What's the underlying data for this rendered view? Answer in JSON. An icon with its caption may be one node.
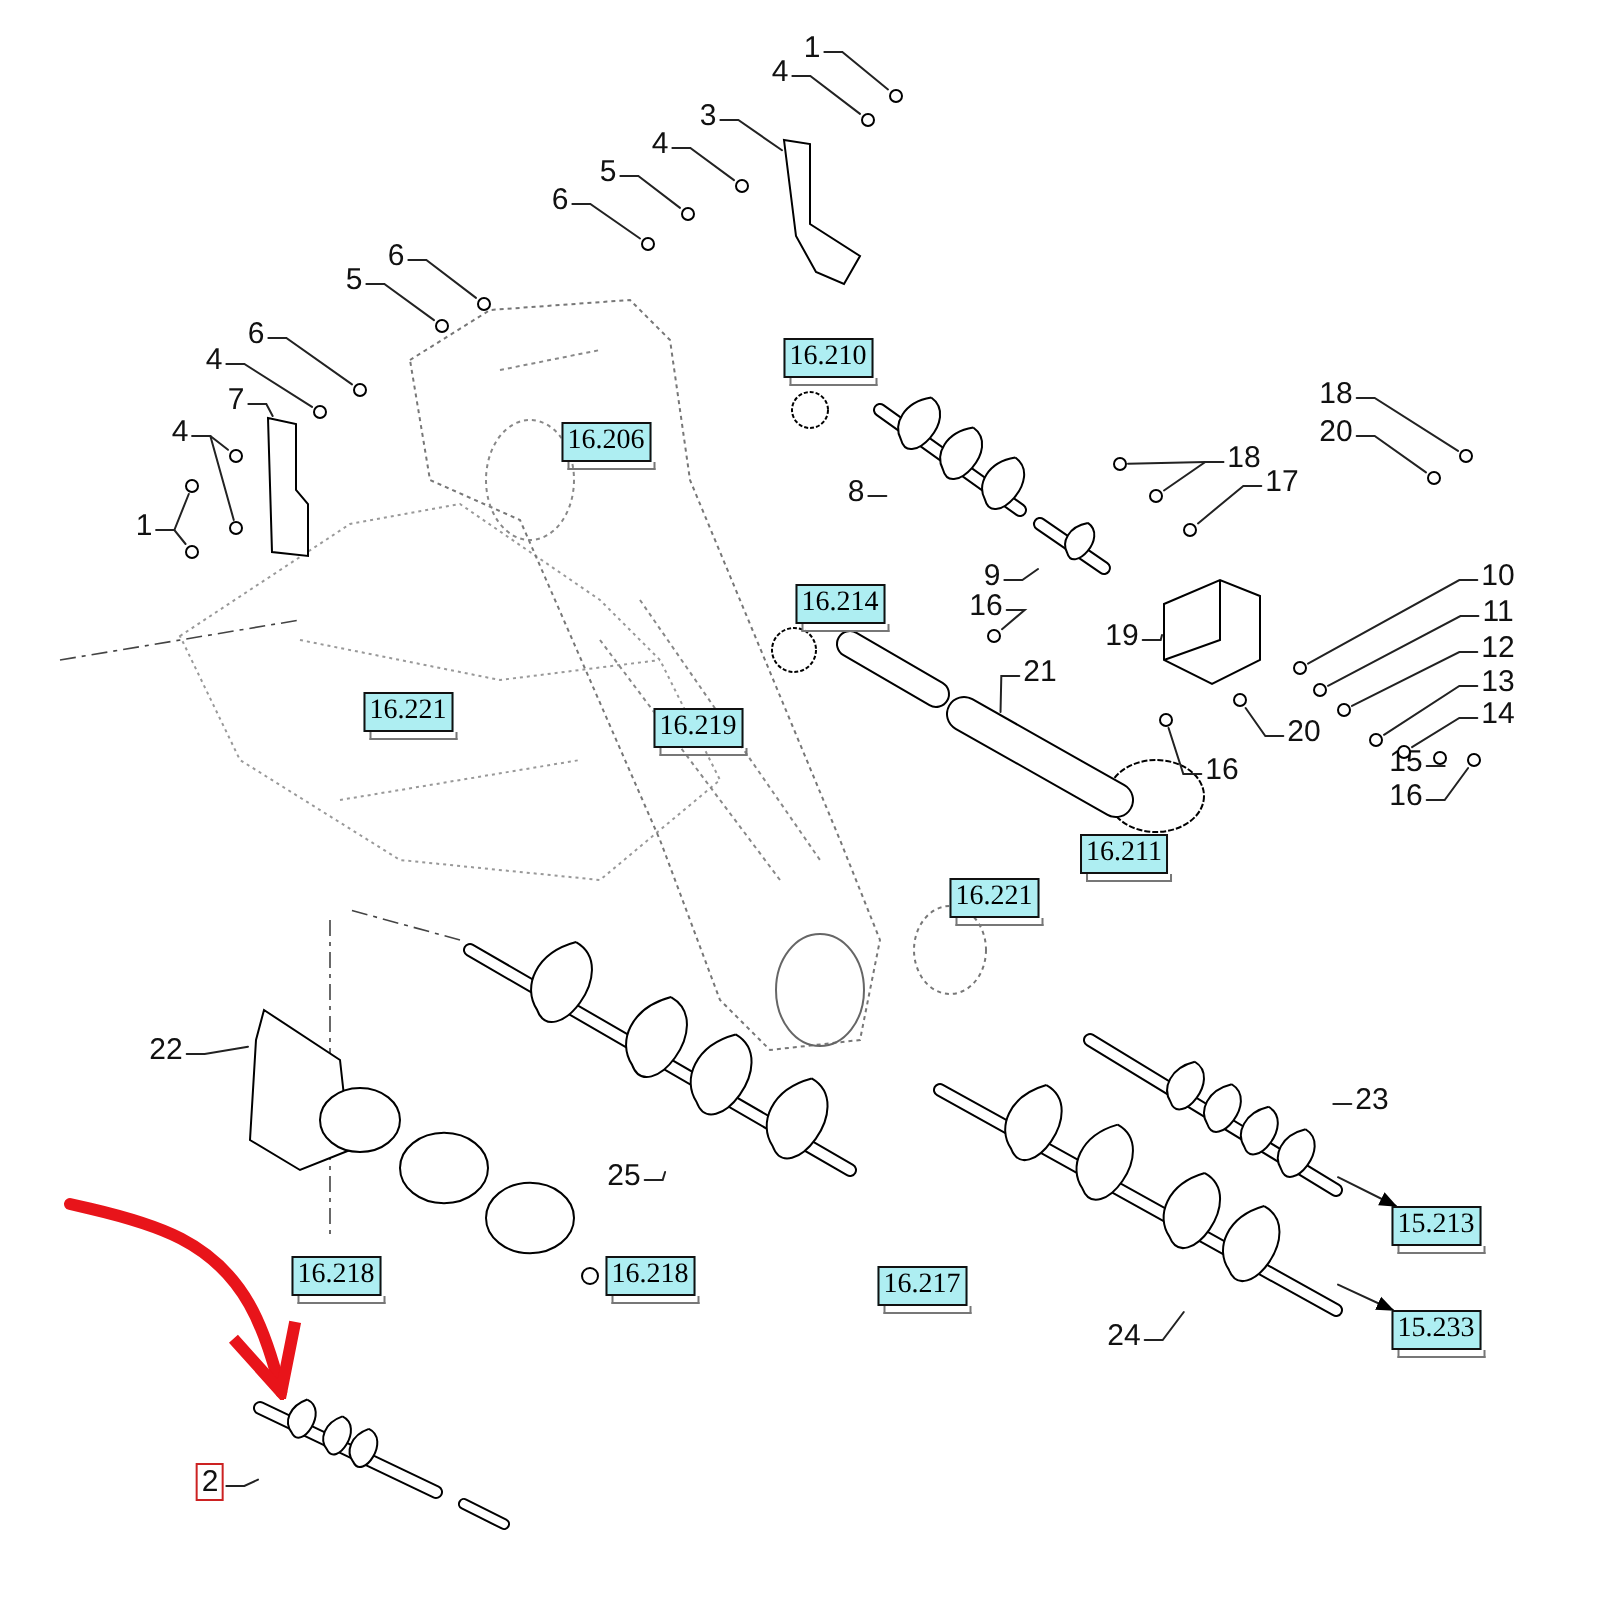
{
  "diagram": {
    "nodes": [
      {
        "text": [
          "1"
        ]
      },
      {
        "text": [
          "4"
        ]
      },
      {
        "text": [
          "3"
        ]
      },
      {
        "text": [
          "4"
        ]
      },
      {
        "text": [
          "5"
        ]
      },
      {
        "text": [
          "6"
        ]
      },
      {
        "text": [
          "6"
        ]
      },
      {
        "text": [
          "5"
        ]
      },
      {
        "text": [
          "6"
        ]
      },
      {
        "text": [
          "4"
        ]
      },
      {
        "text": [
          "7"
        ]
      },
      {
        "text": [
          "4"
        ]
      },
      {
        "text": [
          "1"
        ]
      },
      {
        "text": [
          "8"
        ]
      },
      {
        "text": [
          "9"
        ]
      },
      {
        "text": [
          "18"
        ]
      },
      {
        "text": [
          "17"
        ]
      },
      {
        "text": [
          "16"
        ]
      },
      {
        "text": [
          "19"
        ]
      },
      {
        "text": [
          "18"
        ]
      },
      {
        "text": [
          "20"
        ]
      },
      {
        "text": [
          "10"
        ]
      },
      {
        "text": [
          "11"
        ]
      },
      {
        "text": [
          "12"
        ]
      },
      {
        "text": [
          "13"
        ]
      },
      {
        "text": [
          "14"
        ]
      },
      {
        "text": [
          "15"
        ]
      },
      {
        "text": [
          "16"
        ]
      },
      {
        "text": [
          "20"
        ]
      },
      {
        "text": [
          "16"
        ]
      },
      {
        "text": [
          "21"
        ]
      },
      {
        "text": [
          "22"
        ]
      },
      {
        "text": [
          "25"
        ]
      },
      {
        "text": [
          "23"
        ]
      },
      {
        "text": [
          "24"
        ]
      },
      {
        "text": [
          "2"
        ]
      },
      {
        "text": [
          "16.210"
        ]
      },
      {
        "text": [
          "16.206"
        ]
      },
      {
        "text": [
          "16.214"
        ]
      },
      {
        "text": [
          "16.221"
        ]
      },
      {
        "text": [
          "16.219"
        ]
      },
      {
        "text": [
          "16.211"
        ]
      },
      {
        "text": [
          "16.221"
        ]
      },
      {
        "text": [
          "16.218"
        ]
      },
      {
        "text": [
          "16.218"
        ]
      },
      {
        "text": [
          "16.217"
        ]
      },
      {
        "text": [
          "15.213"
        ]
      },
      {
        "text": [
          "15.233"
        ]
      },
      {
        "text": [],
        "shape": "picture"
      },
      {
        "text": [],
        "shape": "circle"
      },
      {
        "text": [],
        "shape": "circle"
      },
      {
        "text": [],
        "shape": "picture"
      },
      {
        "text": [],
        "shape": "circle"
      },
      {
        "text": [],
        "shape": "circle"
      },
      {
        "text": [],
        "shape": "circle"
      },
      {
        "text": [],
        "shape": "circle"
      },
      {
        "text": [],
        "shape": "circle"
      },
      {
        "text": [],
        "shape": "circle"
      },
      {
        "text": [],
        "shape": "circle"
      },
      {
        "text": [],
        "shape": "picture"
      },
      {
        "text": [],
        "shape": "circle"
      },
      {
        "text": [],
        "shape": "circle"
      },
      {
        "text": [],
        "shape": "circle"
      },
      {
        "text": [],
        "shape": "circle"
      },
      {
        "text": [],
        "shape": "picture"
      },
      {
        "text": [],
        "shape": "picture"
      },
      {
        "text": [],
        "shape": "circle"
      },
      {
        "text": [],
        "shape": "circle"
      },
      {
        "text": [],
        "shape": "circle"
      },
      {
        "text": [],
        "shape": "circle"
      },
      {
        "text": [],
        "shape": "picture"
      },
      {
        "text": [],
        "shape": "circle"
      },
      {
        "text": [],
        "shape": "circle"
      },
      {
        "text": [],
        "shape": "circle"
      },
      {
        "text": [],
        "shape": "circle"
      },
      {
        "text": [],
        "shape": "circle"
      },
      {
        "text": [],
        "shape": "circle"
      },
      {
        "text": [],
        "shape": "circle"
      },
      {
        "text": [],
        "shape": "circle"
      },
      {
        "text": [],
        "shape": "circle"
      },
      {
        "text": [],
        "shape": "circle"
      },
      {
        "text": [],
        "shape": "circle"
      },
      {
        "text": [],
        "shape": "picture"
      },
      {
        "text": [],
        "shape": "picture"
      },
      {
        "text": [],
        "shape": "picture"
      },
      {
        "text": [],
        "shape": "picture"
      },
      {
        "text": [],
        "shape": "picture"
      }
    ],
    "edges": [
      {
        "from": 0,
        "to": 49,
        "arrow": "none"
      },
      {
        "from": 1,
        "to": 50,
        "arrow": "none"
      },
      {
        "from": 2,
        "to": 51,
        "arrow": "none"
      },
      {
        "from": 3,
        "to": 52,
        "arrow": "none"
      },
      {
        "from": 4,
        "to": 53,
        "arrow": "none"
      },
      {
        "from": 5,
        "to": 54,
        "arrow": "none"
      },
      {
        "from": 6,
        "to": 55,
        "arrow": "none"
      },
      {
        "from": 7,
        "to": 56,
        "arrow": "none"
      },
      {
        "from": 8,
        "to": 57,
        "arrow": "none"
      },
      {
        "from": 9,
        "to": 58,
        "arrow": "none"
      },
      {
        "from": 10,
        "to": 59,
        "arrow": "none"
      },
      {
        "from": 11,
        "to": 60,
        "arrow": "none"
      },
      {
        "from": 11,
        "to": 61,
        "arrow": "none"
      },
      {
        "from": 12,
        "to": 62,
        "arrow": "none"
      },
      {
        "from": 12,
        "to": 63,
        "arrow": "none"
      },
      {
        "from": 13,
        "to": 64,
        "arrow": "none"
      },
      {
        "from": 14,
        "to": 65,
        "arrow": "none"
      },
      {
        "from": 15,
        "to": 66,
        "arrow": "none"
      },
      {
        "from": 15,
        "to": 67,
        "arrow": "none"
      },
      {
        "from": 16,
        "to": 68,
        "arrow": "none"
      },
      {
        "from": 17,
        "to": 69,
        "arrow": "none"
      },
      {
        "from": 18,
        "to": 70,
        "arrow": "none"
      },
      {
        "from": 19,
        "to": 71,
        "arrow": "none"
      },
      {
        "from": 20,
        "to": 72,
        "arrow": "none"
      },
      {
        "from": 21,
        "to": 73,
        "arrow": "none"
      },
      {
        "from": 22,
        "to": 74,
        "arrow": "none"
      },
      {
        "from": 23,
        "to": 75,
        "arrow": "none"
      },
      {
        "from": 24,
        "to": 76,
        "arrow": "none"
      },
      {
        "from": 25,
        "to": 77,
        "arrow": "none"
      },
      {
        "from": 26,
        "to": 78,
        "arrow": "none"
      },
      {
        "from": 27,
        "to": 79,
        "arrow": "none"
      },
      {
        "from": 28,
        "to": 80,
        "arrow": "none"
      },
      {
        "from": 29,
        "to": 81,
        "arrow": "none"
      },
      {
        "from": 30,
        "to": 82,
        "arrow": "none"
      },
      {
        "from": 31,
        "to": 83,
        "arrow": "none"
      },
      {
        "from": 32,
        "to": 84,
        "arrow": "none"
      },
      {
        "from": 33,
        "to": 85,
        "arrow": "none"
      },
      {
        "from": 34,
        "to": 86,
        "arrow": "none"
      },
      {
        "from": 85,
        "to": 46,
        "arrow": "to"
      },
      {
        "from": 86,
        "to": 47,
        "arrow": "to"
      },
      {
        "from": null,
        "to": 48,
        "arrow": "to",
        "style": "thick",
        "color": "#e8141a"
      },
      {
        "from": 35,
        "to": 48,
        "arrow": "none"
      }
    ]
  }
}
